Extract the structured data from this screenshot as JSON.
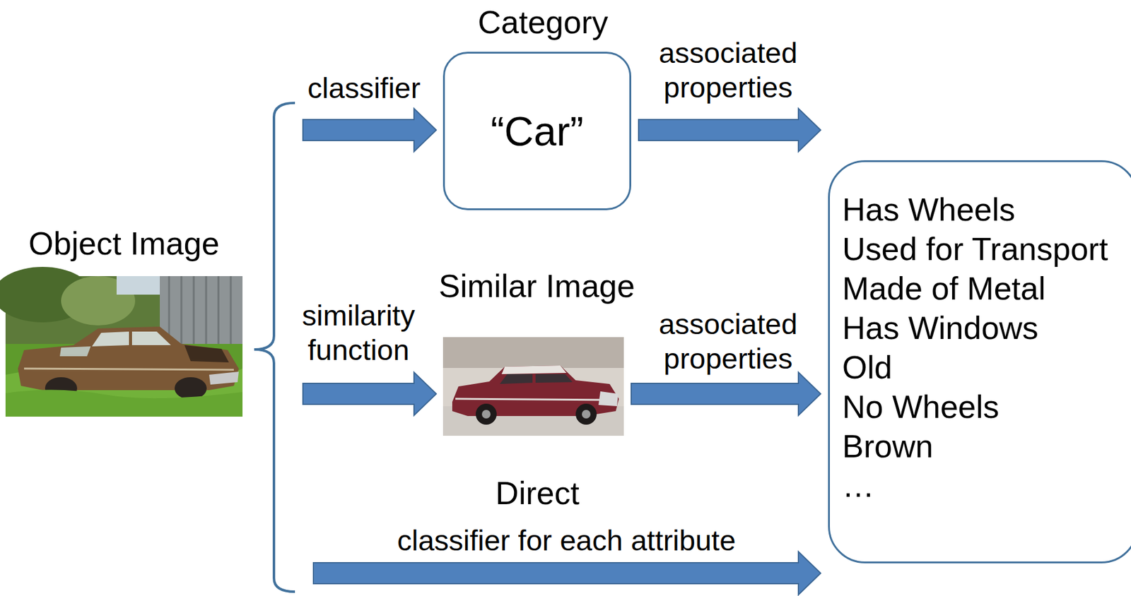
{
  "diagram": {
    "nodes": [
      {
        "text": [
          "Object Image"
        ]
      },
      {
        "text": [
          "Category",
          "“Car”"
        ]
      },
      {
        "text": [
          "Similar Image"
        ]
      },
      {
        "text": [
          "Has Wheels",
          "Used for Transport",
          "Made of Metal",
          "Has Windows",
          "Old",
          "No Wheels",
          "Brown",
          "…"
        ]
      }
    ],
    "edges": [
      {
        "from": 0,
        "to": 1,
        "arrow": "to",
        "label": "classifier"
      },
      {
        "from": 1,
        "to": 3,
        "arrow": "to",
        "label": "associated properties"
      },
      {
        "from": 0,
        "to": 2,
        "arrow": "to",
        "label": "similarity function"
      },
      {
        "from": 2,
        "to": 3,
        "arrow": "to",
        "label": "associated properties"
      },
      {
        "from": 0,
        "to": 3,
        "arrow": "to",
        "label": "classifier for each attribute"
      }
    ],
    "labels": [
      "Direct"
    ]
  }
}
